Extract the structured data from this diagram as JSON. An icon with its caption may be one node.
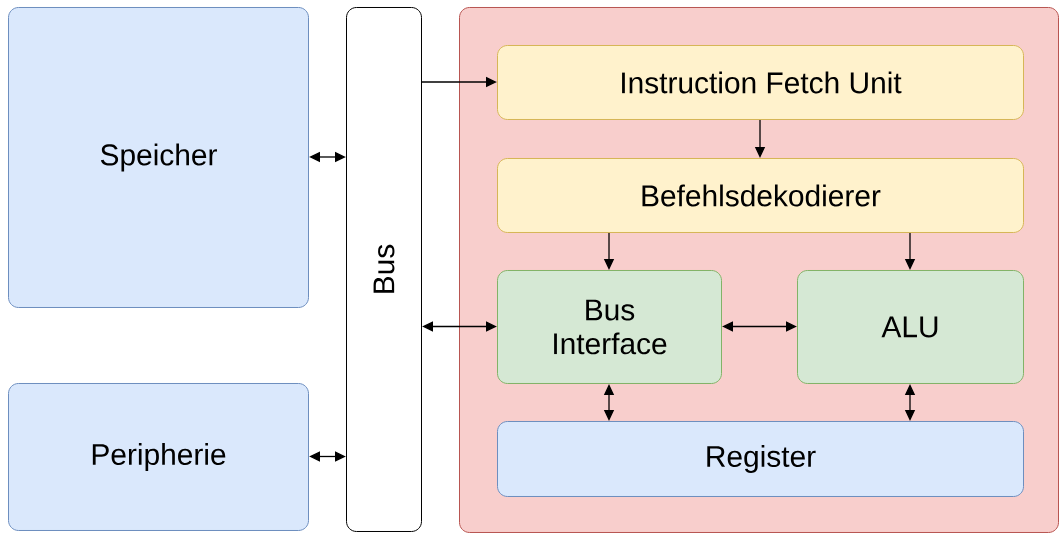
{
  "diagram": {
    "nodes": [
      {
        "text": [
          "Speicher"
        ]
      },
      {
        "text": [
          "Peripherie"
        ]
      },
      {
        "text": [
          "Bus"
        ]
      },
      {
        "text": [],
        "shape": "box"
      },
      {
        "text": [
          "Instruction Fetch Unit"
        ],
        "in": 3
      },
      {
        "text": [
          "Befehlsdekodierer"
        ],
        "in": 3
      },
      {
        "text": [
          "Bus Interface"
        ],
        "in": 3
      },
      {
        "text": [
          "ALU"
        ],
        "in": 3
      },
      {
        "text": [
          "Register"
        ],
        "in": 3
      }
    ],
    "edges": [
      {
        "from": 0,
        "to": 2,
        "arrow": "both"
      },
      {
        "from": 1,
        "to": 2,
        "arrow": "both"
      },
      {
        "from": 2,
        "to": 4,
        "arrow": "to"
      },
      {
        "from": 4,
        "to": 5,
        "arrow": "to"
      },
      {
        "from": 5,
        "to": 6,
        "arrow": "to"
      },
      {
        "from": 5,
        "to": 7,
        "arrow": "to"
      },
      {
        "from": 2,
        "to": 6,
        "arrow": "both"
      },
      {
        "from": 6,
        "to": 7,
        "arrow": "both"
      },
      {
        "from": 6,
        "to": 8,
        "arrow": "both"
      },
      {
        "from": 7,
        "to": 8,
        "arrow": "both"
      }
    ]
  }
}
